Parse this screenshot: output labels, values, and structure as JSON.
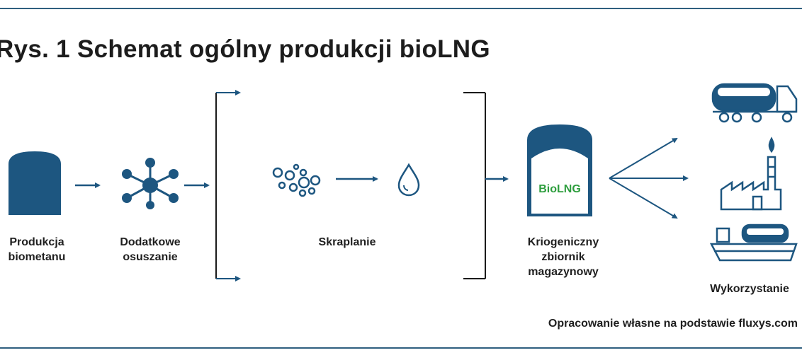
{
  "title": "Rys. 1 Schemat ogólny produkcji bioLNG",
  "steps": {
    "produkcja": "Produkcja\nbiometanu",
    "osuszanie": "Dodatkowe\nosuszanie",
    "skraplanie": "Skraplanie",
    "zbiornik": "Kriogeniczny\nzbiornik\nmagazynowy",
    "wykorzystanie": "Wykorzystanie"
  },
  "tank_label": "BioLNG",
  "source": "Opracowanie własne na podstawie fluxys.com",
  "colors": {
    "primary": "#1d5680",
    "frame": "#2f5f7f",
    "green": "#2e9e3e"
  },
  "icons": [
    "storage-tank-icon",
    "molecule-icon",
    "bubbles-icon",
    "droplet-icon",
    "cryogenic-tank-icon",
    "truck-icon",
    "factory-icon",
    "ship-icon"
  ]
}
